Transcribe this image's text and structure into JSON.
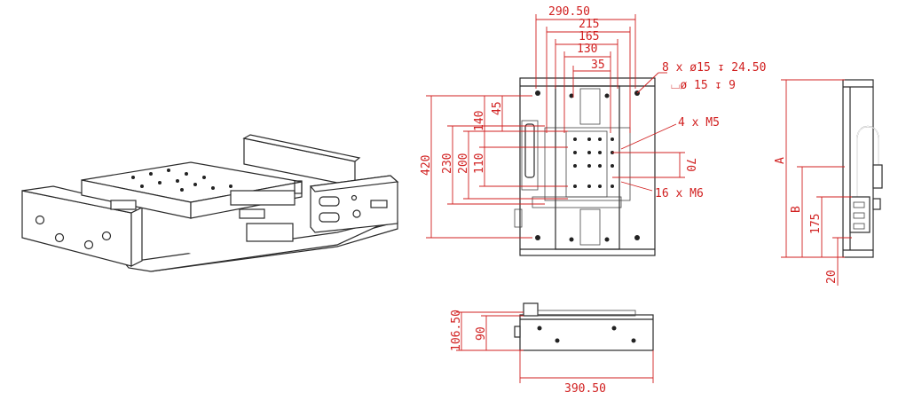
{
  "colors": {
    "dimension": "#d12020",
    "linework": "#2a2a2a",
    "background": "#ffffff"
  },
  "top_view": {
    "width_290_50": "290.50",
    "width_215": "215",
    "width_165": "165",
    "width_130": "130",
    "width_35": "35",
    "height_420": "420",
    "height_230": "230",
    "height_200": "200",
    "height_140": "140",
    "height_110": "110",
    "height_45": "45",
    "height_70": "70",
    "callout_counterbore": "8 x ø15 ↧ 24.50",
    "callout_counterbore_2": "⌴ø 15 ↧ 9",
    "callout_m5": "4 x M5",
    "callout_m6": "16 x M6"
  },
  "side_view": {
    "label_a": "A",
    "label_b": "B",
    "height_175": "175",
    "height_20": "20"
  },
  "front_view": {
    "height_106_50": "106.50",
    "height_90": "90",
    "width_390_50": "390.50"
  }
}
